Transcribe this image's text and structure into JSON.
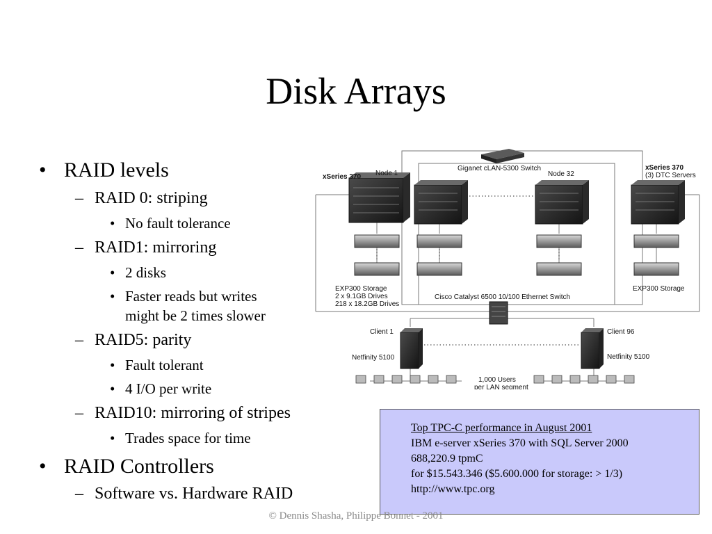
{
  "slide": {
    "title": "Disk Arrays",
    "footer": "© Dennis Shasha, Philippe Bonnet - 2001"
  },
  "bullets": {
    "raid_levels": "RAID levels",
    "raid0": "RAID 0: striping",
    "raid0_1": "No fault tolerance",
    "raid1": "RAID1: mirroring",
    "raid1_1": "2 disks",
    "raid1_2a": "Faster reads but writes",
    "raid1_2b": "might be 2 times slower",
    "raid5": "RAID5: parity",
    "raid5_1": "Fault tolerant",
    "raid5_2": "4 I/O per write",
    "raid10": "RAID10: mirroring of stripes",
    "raid10_1": "Trades space for time",
    "raid_controllers": "RAID Controllers",
    "controllers_1": "Software vs. Hardware RAID"
  },
  "diagram": {
    "switch_top": "Giganet cLAN-5300 Switch",
    "xseries_left": "xSeries 370",
    "node1": "Node 1",
    "node32": "Node 32",
    "xseries_right": "xSeries 370",
    "dtc_servers": "(3) DTC Servers",
    "exp300_left_1": "EXP300 Storage",
    "exp300_left_2": "2 x 9.1GB Drives",
    "exp300_left_3": "218 x 18.2GB Drives",
    "exp300_right": "EXP300 Storage",
    "cisco": "Cisco Catalyst 6500 10/100 Ethernet Switch",
    "client1": "Client 1",
    "client96": "Client 96",
    "netfinity_left": "Netfinity 5100",
    "netfinity_right": "Netfinity 5100",
    "users_1": "1,000 Users",
    "users_2": "per LAN segment"
  },
  "infobox": {
    "lines": [
      "Top TPC-C performance in August 2001",
      "IBM e-server xSeries 370 with SQL Server 2000",
      "688,220.9 tpmC",
      "for $15.543.346 ($5.600.000 for storage: > 1/3)",
      "http://www.tpc.org"
    ]
  },
  "colors": {
    "infobox_bg": "#c9c9fb",
    "footer_text": "#8a8a8a"
  }
}
